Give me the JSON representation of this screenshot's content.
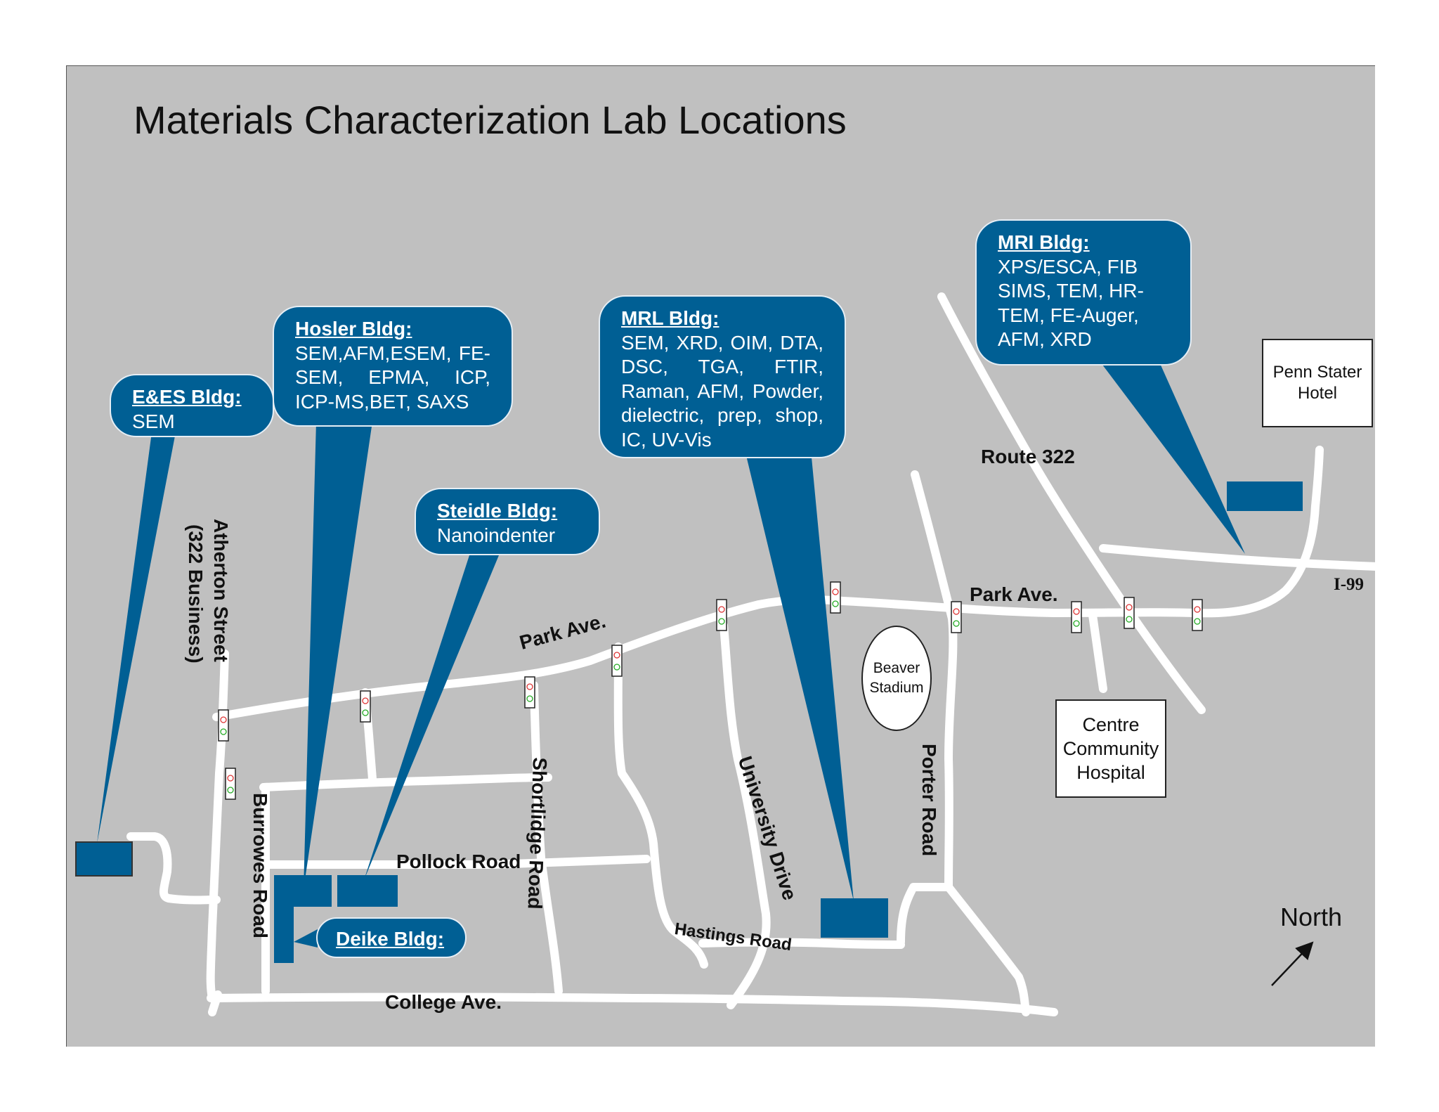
{
  "map": {
    "title": "Materials Characterization Lab Locations",
    "colors": {
      "background": "#c0c0c0",
      "road": "#ffffff",
      "building": "#005f94"
    },
    "buildings": [
      {
        "key": "ees",
        "heading": "E&ES Bldg:",
        "labs": "SEM"
      },
      {
        "key": "hosler",
        "heading": "Hosler Bldg:",
        "labs": "SEM,AFM,ESEM, FE-SEM, EPMA, ICP, ICP-MS,BET, SAXS"
      },
      {
        "key": "steidle",
        "heading": "Steidle Bldg:",
        "labs": "Nanoindenter"
      },
      {
        "key": "mrl",
        "heading": "MRL Bldg:",
        "labs": "SEM, XRD, OIM, DTA, DSC, TGA, FTIR, Raman, AFM, Powder, dielectric, prep, shop, IC, UV-Vis"
      },
      {
        "key": "mri",
        "heading": "MRI Bldg:",
        "labs": "XPS/ESCA, FIB SIMS, TEM, HR-TEM, FE-Auger, AFM, XRD"
      },
      {
        "key": "deike",
        "heading": "Deike Bldg:"
      }
    ],
    "roads": {
      "atherton_line1": "Atherton Street",
      "atherton_line2": "(322 Business)",
      "burrowes": "Burrowes Road",
      "pollock": "Pollock Road",
      "shortlidge": "Shortlidge Road",
      "university": "University Drive",
      "hastings": "Hastings Road",
      "porter": "Porter Road",
      "college": "College Ave.",
      "park_west": "Park Ave.",
      "park_east": "Park Ave.",
      "route322": "Route 322",
      "i99": "I-99"
    },
    "landmarks": {
      "penn_stater": "Penn Stater Hotel",
      "hospital": "Centre Community Hospital",
      "stadium": "Beaver Stadium"
    },
    "compass": {
      "label": "North"
    }
  }
}
